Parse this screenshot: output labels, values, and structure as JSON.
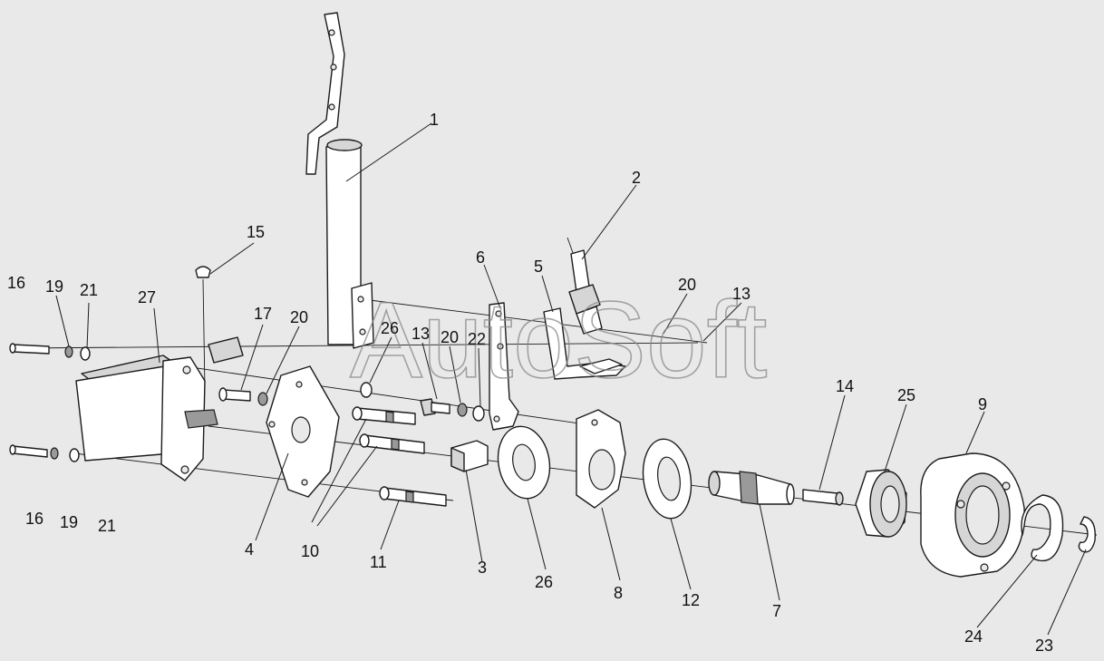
{
  "watermark": "AutoSoft",
  "callouts": {
    "c1": "1",
    "c2": "2",
    "c3": "3",
    "c4": "4",
    "c5": "5",
    "c6": "6",
    "c7": "7",
    "c8": "8",
    "c9": "9",
    "c10": "10",
    "c11": "11",
    "c12": "12",
    "c13a": "13",
    "c13b": "13",
    "c14": "14",
    "c15": "15",
    "c16a": "16",
    "c16b": "16",
    "c17": "17",
    "c19a": "19",
    "c19b": "19",
    "c20a": "20",
    "c20b": "20",
    "c20c": "20",
    "c21a": "21",
    "c21b": "21",
    "c22": "22",
    "c23": "23",
    "c24": "24",
    "c25": "25",
    "c26a": "26",
    "c26b": "26",
    "c27": "27"
  }
}
